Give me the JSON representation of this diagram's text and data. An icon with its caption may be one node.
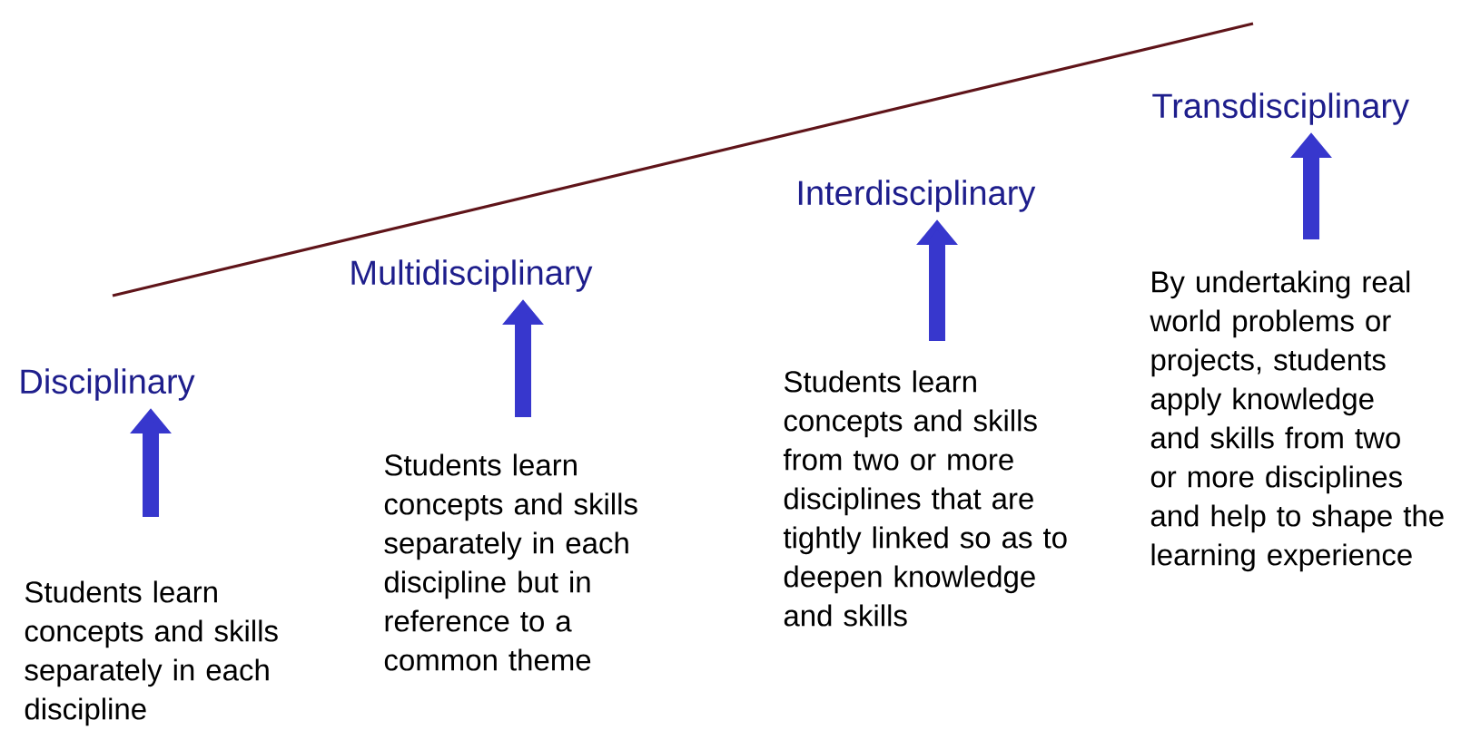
{
  "diagram": {
    "nodes": [
      {
        "text": [
          "Disciplinary"
        ]
      },
      {
        "text": [
          "Multidisciplinary"
        ]
      },
      {
        "text": [
          "Interdisciplinary"
        ]
      },
      {
        "text": [
          "Transdisciplinary"
        ]
      },
      {
        "text": [
          "Students learn concepts and skills separately in each discipline"
        ]
      },
      {
        "text": [
          "Students learn concepts and skills separately in each discipline but in reference to a common theme"
        ]
      },
      {
        "text": [
          "Students learn concepts and skills from two or more disciplines that are tightly linked so as to deepen knowledge and skills"
        ]
      },
      {
        "text": [
          "By undertaking real world problems or projects, students apply knowledge and skills from two or more disciplines and help to shape the learning experience"
        ]
      }
    ],
    "edges": [
      {
        "from": 4,
        "to": 0,
        "arrow": "to"
      },
      {
        "from": 5,
        "to": 1,
        "arrow": "to"
      },
      {
        "from": 6,
        "to": 2,
        "arrow": "to"
      },
      {
        "from": 7,
        "to": 3,
        "arrow": "to"
      }
    ]
  }
}
